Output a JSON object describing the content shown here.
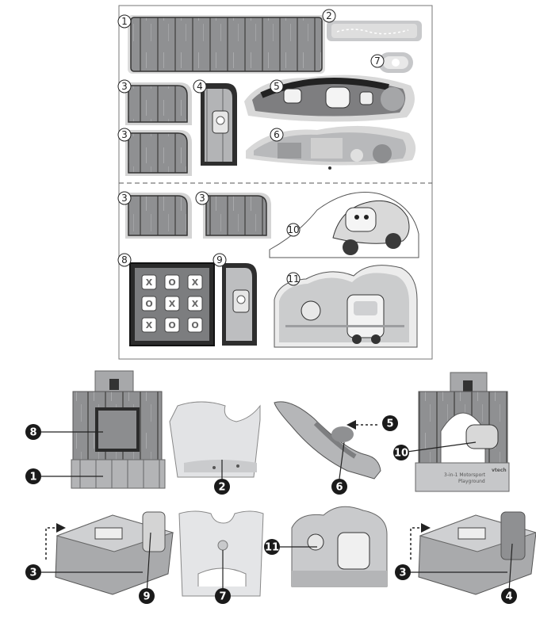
{
  "sheet": {
    "labels": [
      "1",
      "2",
      "3",
      "4",
      "5",
      "6",
      "7",
      "3",
      "3",
      "3",
      "8",
      "9",
      "10",
      "11"
    ]
  },
  "ttt_grid": [
    "X",
    "O",
    "X",
    "O",
    "X",
    "X",
    "X",
    "O",
    "O"
  ],
  "assembly": {
    "badges": [
      "8",
      "1",
      "2",
      "6",
      "5",
      "10",
      "3",
      "9",
      "7",
      "11",
      "3",
      "4"
    ],
    "logo_line1": "3-in-1 Motorsport",
    "logo_line2": "Playground",
    "vtech": "vtech"
  },
  "colors": {
    "wood": "#8c8d8f",
    "wood_dark": "#4b4b4b",
    "badge": "#1a1a1a"
  }
}
